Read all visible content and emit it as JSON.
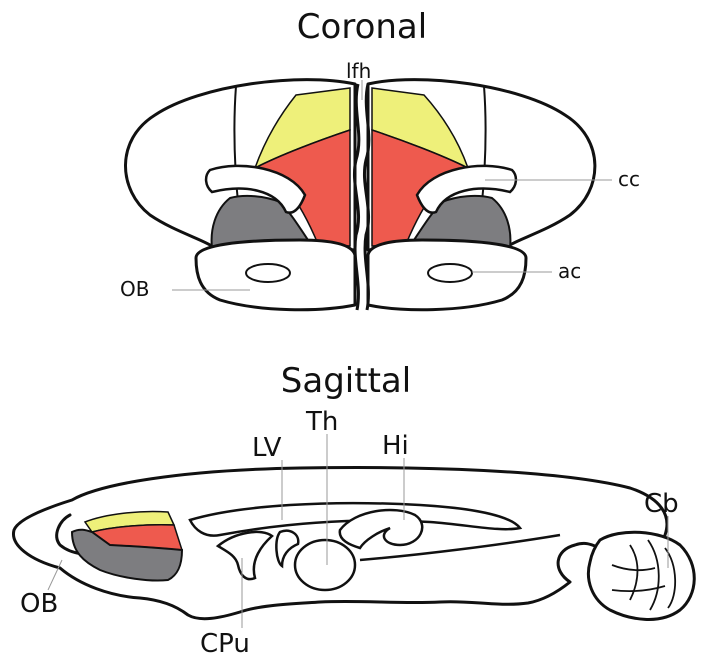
{
  "titles": {
    "coronal": "Coronal",
    "sagittal": "Sagittal"
  },
  "coronal_labels": {
    "lfh": "lfh",
    "cc": "cc",
    "ac": "ac",
    "ob": "OB"
  },
  "sagittal_labels": {
    "lv": "LV",
    "th": "Th",
    "hi": "Hi",
    "cb": "Cb",
    "ob": "OB",
    "cpu": "CPu"
  },
  "colors": {
    "yellow_region": "#eef07a",
    "red_region": "#ee5a4e",
    "gray_region": "#7d7d80",
    "outline": "#111111",
    "leader_line": "#9a9a9a"
  }
}
